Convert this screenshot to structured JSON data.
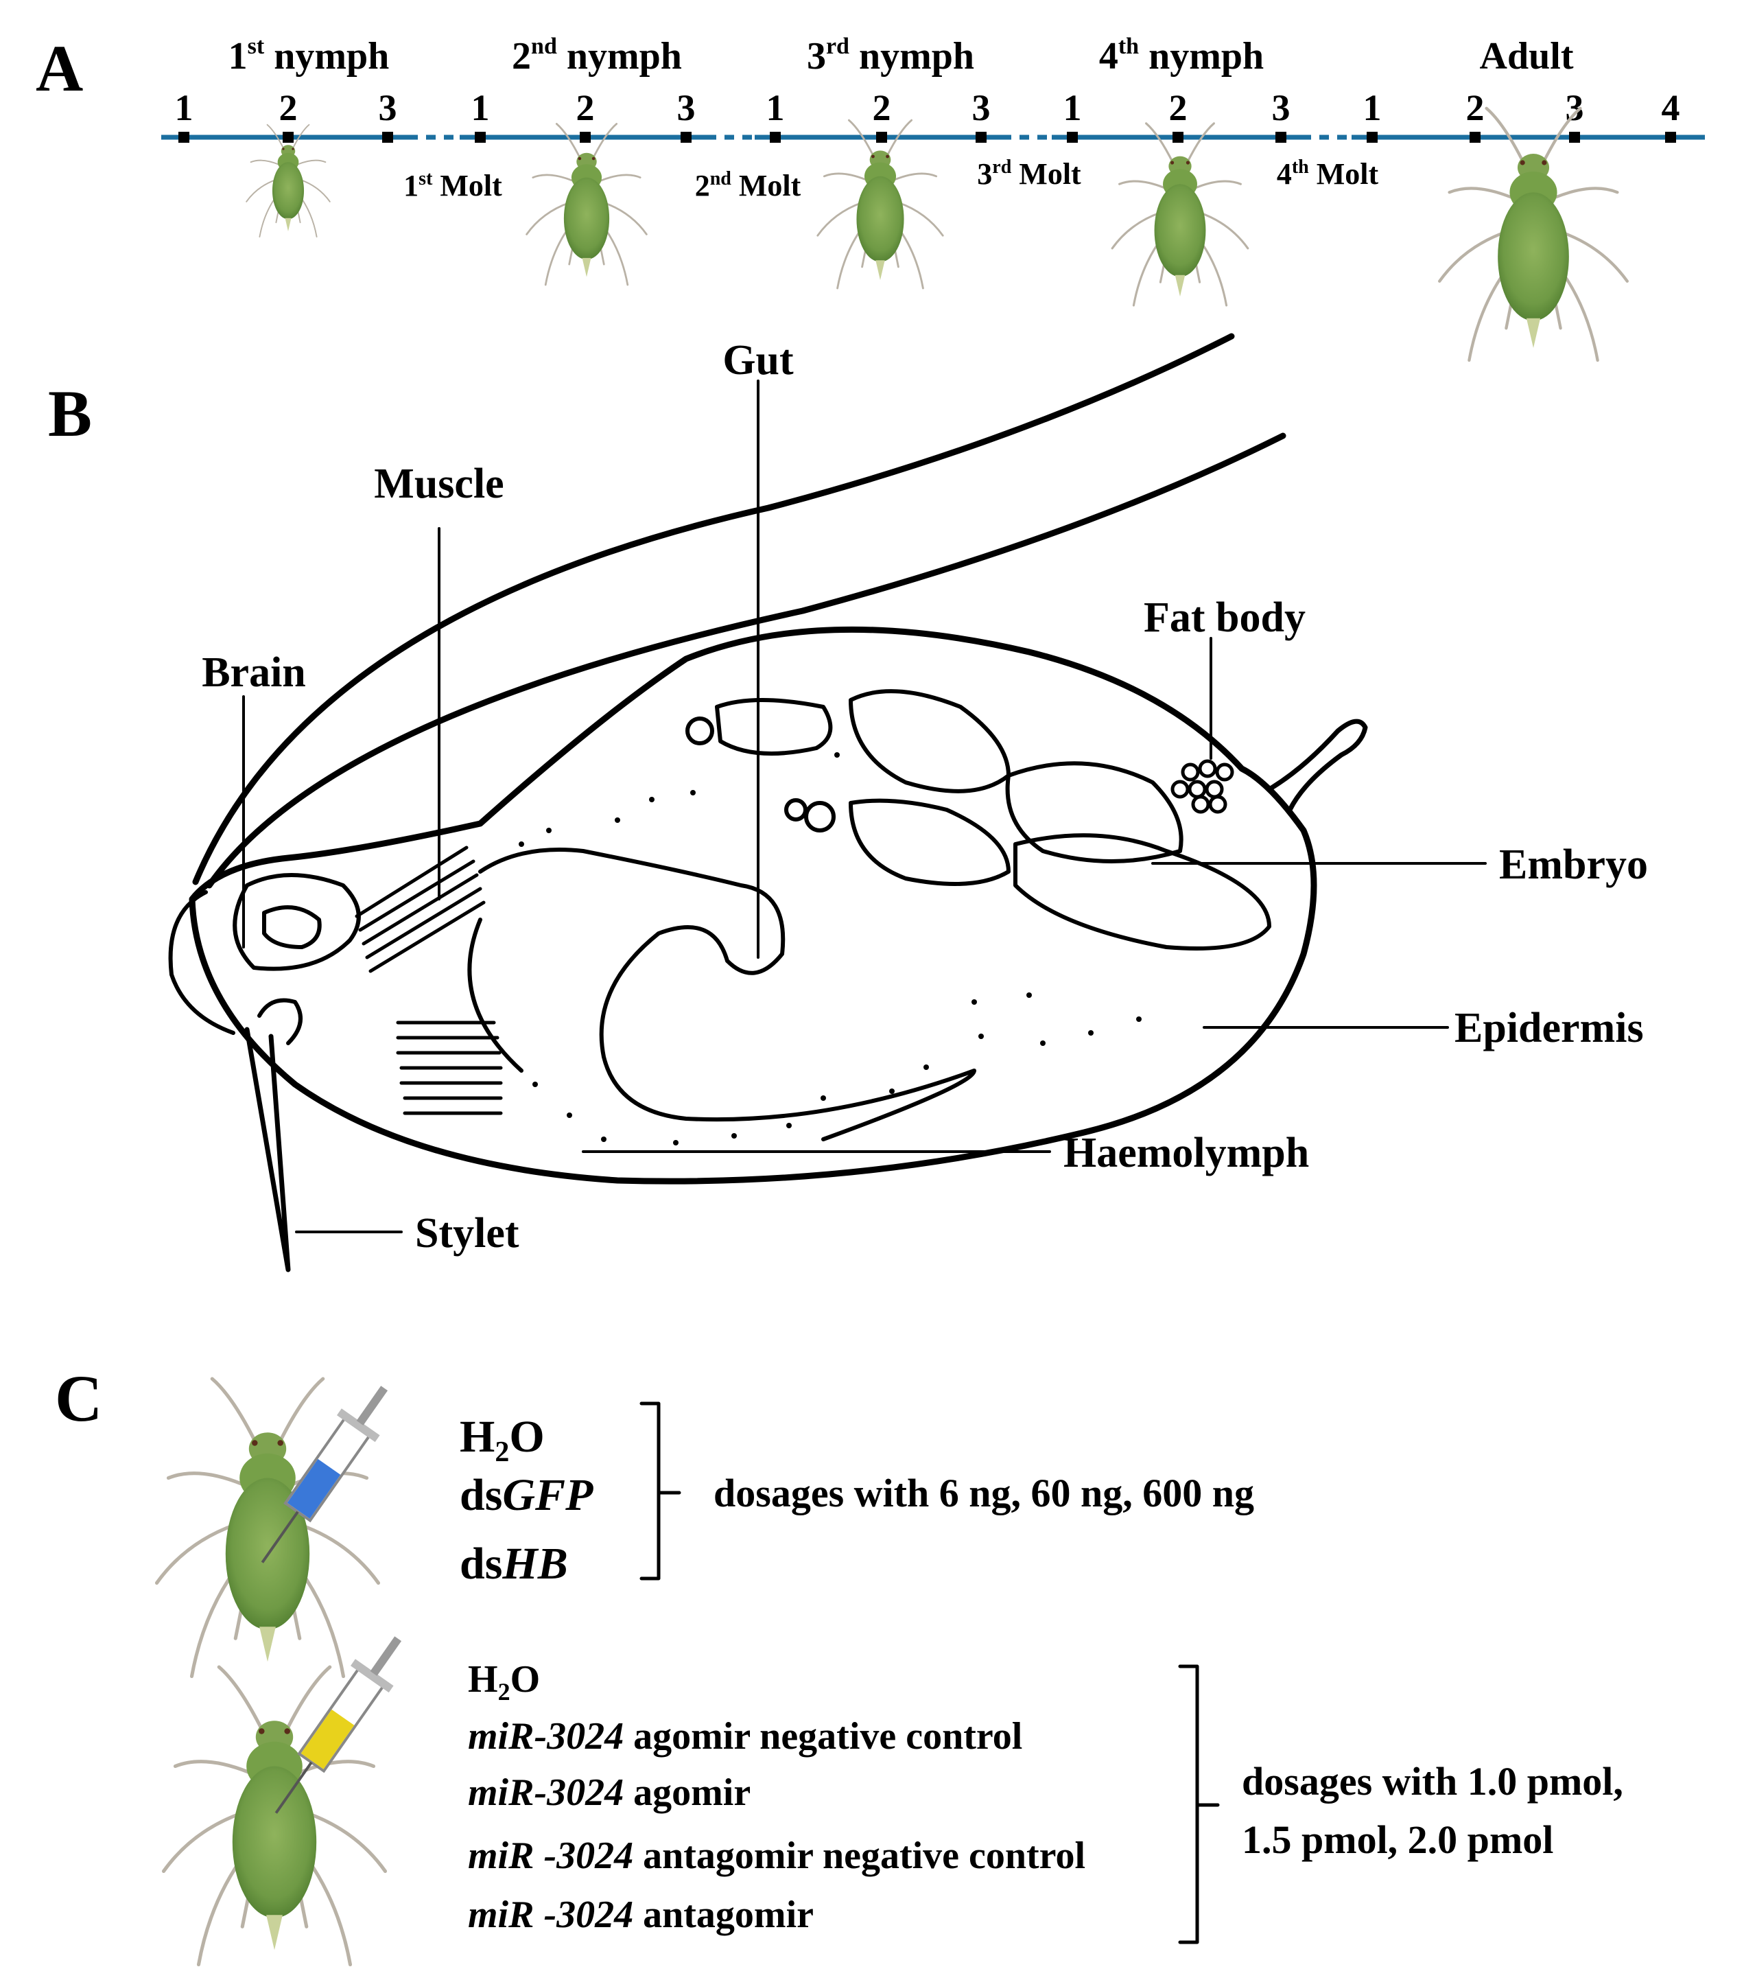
{
  "panels": {
    "a": "A",
    "b": "B",
    "c": "C"
  },
  "timeline": {
    "stages": [
      {
        "num": "1",
        "sup": "st",
        "word": "nymph"
      },
      {
        "num": "2",
        "sup": "nd",
        "word": "nymph"
      },
      {
        "num": "3",
        "sup": "rd",
        "word": "nymph"
      },
      {
        "num": "4",
        "sup": "th",
        "word": "nymph"
      },
      {
        "text": "Adult"
      }
    ],
    "ticks": [
      "1",
      "2",
      "3",
      "1",
      "2",
      "3",
      "1",
      "2",
      "3",
      "1",
      "2",
      "3",
      "1",
      "2",
      "3",
      "4"
    ],
    "molts": [
      {
        "num": "1",
        "sup": "st",
        "word": "Molt"
      },
      {
        "num": "2",
        "sup": "nd",
        "word": "Molt"
      },
      {
        "num": "3",
        "sup": "rd",
        "word": "Molt"
      },
      {
        "num": "4",
        "sup": "th",
        "word": "Molt"
      }
    ],
    "line_color": "#1b6fa0"
  },
  "anatomy": {
    "gut": "Gut",
    "muscle": "Muscle",
    "brain": "Brain",
    "fat_body": "Fat body",
    "embryo": "Embryo",
    "epidermis": "Epidermis",
    "haemolymph": "Haemolymph",
    "stylet": "Stylet"
  },
  "treatments": {
    "group1": {
      "h2o": {
        "h": "H",
        "sub": "2",
        "o": "O"
      },
      "dsgfp": {
        "prefix": "ds",
        "gene": "GFP"
      },
      "dshb": {
        "prefix": "ds",
        "gene": "HB"
      },
      "dosage": "dosages with 6 ng, 60 ng, 600 ng",
      "syringe_color": "#3a78d8"
    },
    "group2": {
      "h2o": {
        "h": "H",
        "sub": "2",
        "o": "O"
      },
      "items": [
        {
          "mir": "miR-3024",
          "rest": " agomir negative control"
        },
        {
          "mir": "miR-3024",
          "rest": " agomir"
        },
        {
          "mir": "miR -3024",
          "rest": " antagomir negative control"
        },
        {
          "mir": "miR -3024",
          "rest": " antagomir"
        }
      ],
      "dosage_line1": "dosages with 1.0 pmol,",
      "dosage_line2": "1.5 pmol, 2.0 pmol",
      "syringe_color": "#e8d21c"
    },
    "aphid_color": "#6f9a45"
  }
}
